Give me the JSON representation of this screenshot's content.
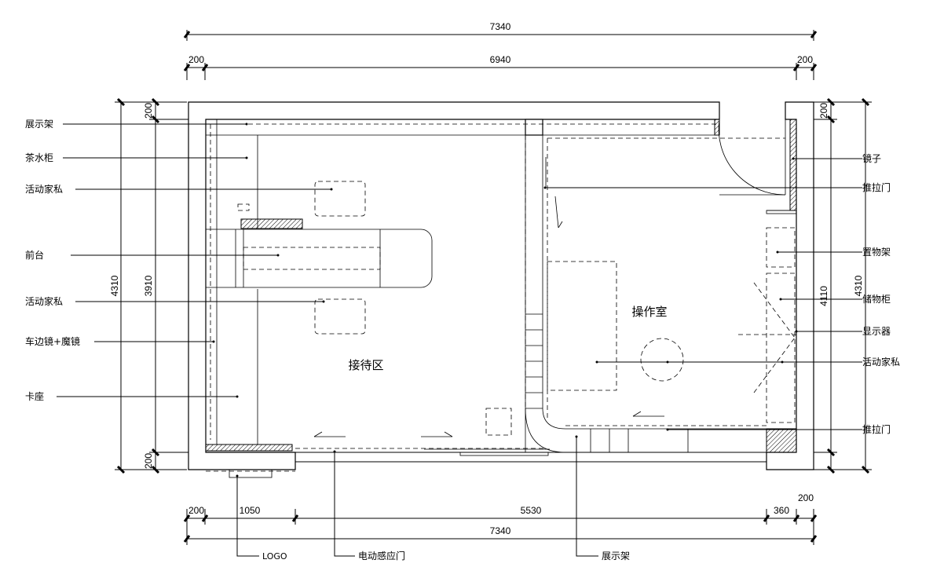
{
  "dimensions": {
    "top_total": "7340",
    "top_left": "200",
    "top_mid": "6940",
    "top_right": "200",
    "bottom_left": "200",
    "bottom_seg1": "1050",
    "bottom_seg2": "5530",
    "bottom_seg3": "360",
    "bottom_seg4": "200",
    "bottom_total": "7340",
    "left_total": "4310",
    "left_inner": "3910",
    "left_top": "200",
    "left_bottom": "200",
    "right_top": "200",
    "right_inner": "4110",
    "right_total": "4310",
    "right_bottom": "200"
  },
  "rooms": {
    "reception": "接待区",
    "operation": "操作室"
  },
  "labels_left": [
    "展示架",
    "茶水柜",
    "活动家私",
    "前台",
    "活动家私",
    "车边镜+魔镜",
    "卡座"
  ],
  "labels_right": [
    "镜子",
    "推拉门",
    "置物架",
    "储物柜",
    "显示器",
    "活动家私",
    "推拉门"
  ],
  "labels_bottom": [
    "LOGO",
    "电动感应门",
    "展示架"
  ]
}
